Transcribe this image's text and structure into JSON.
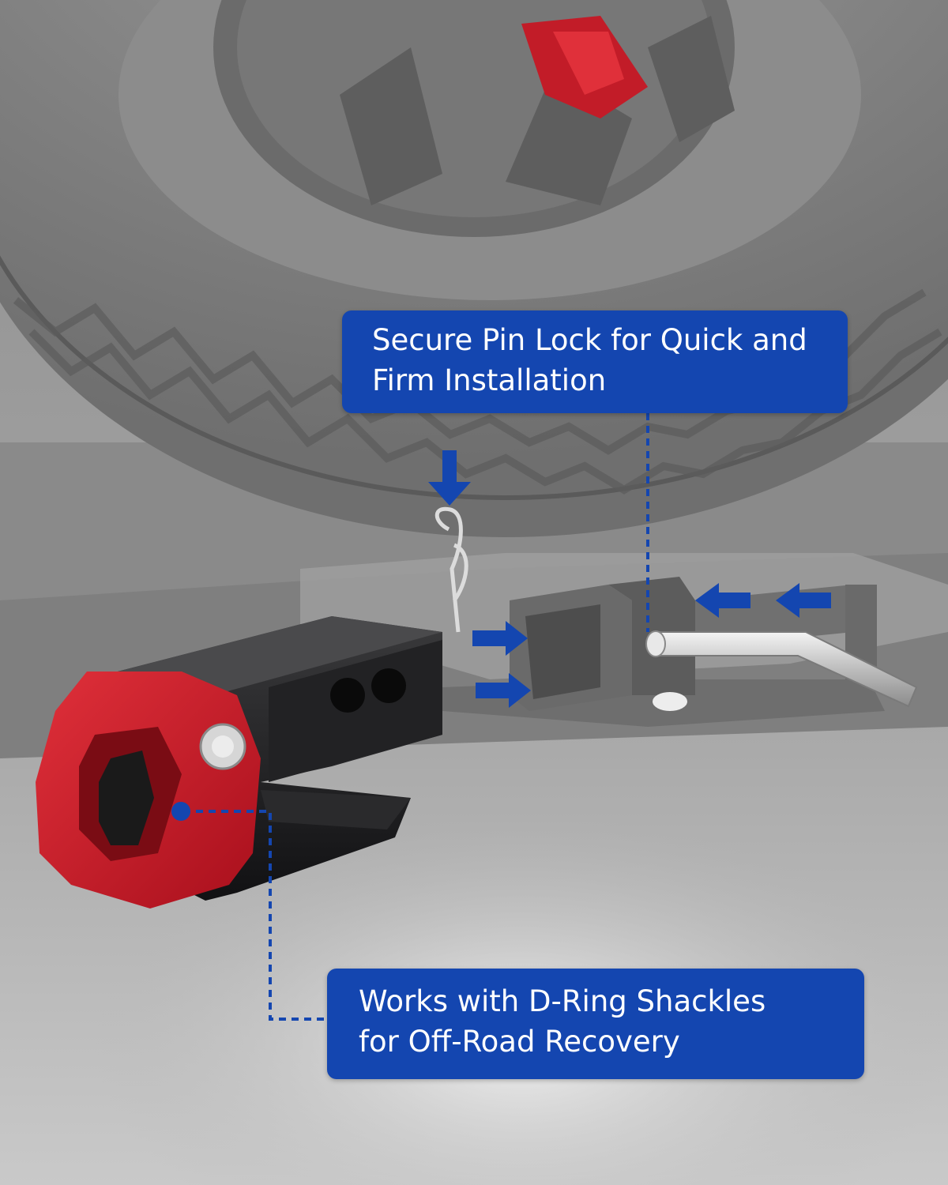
{
  "callouts": {
    "top": {
      "line1": "Secure Pin Lock for Quick and",
      "line2": "Firm Installation"
    },
    "bottom": {
      "line1": "Works with D-Ring Shackles",
      "line2": "for Off-Road Recovery"
    }
  },
  "colors": {
    "callout_blue": "#1446b0",
    "shackle_red": "#d01828",
    "bracket_black": "#1c1c1e"
  }
}
